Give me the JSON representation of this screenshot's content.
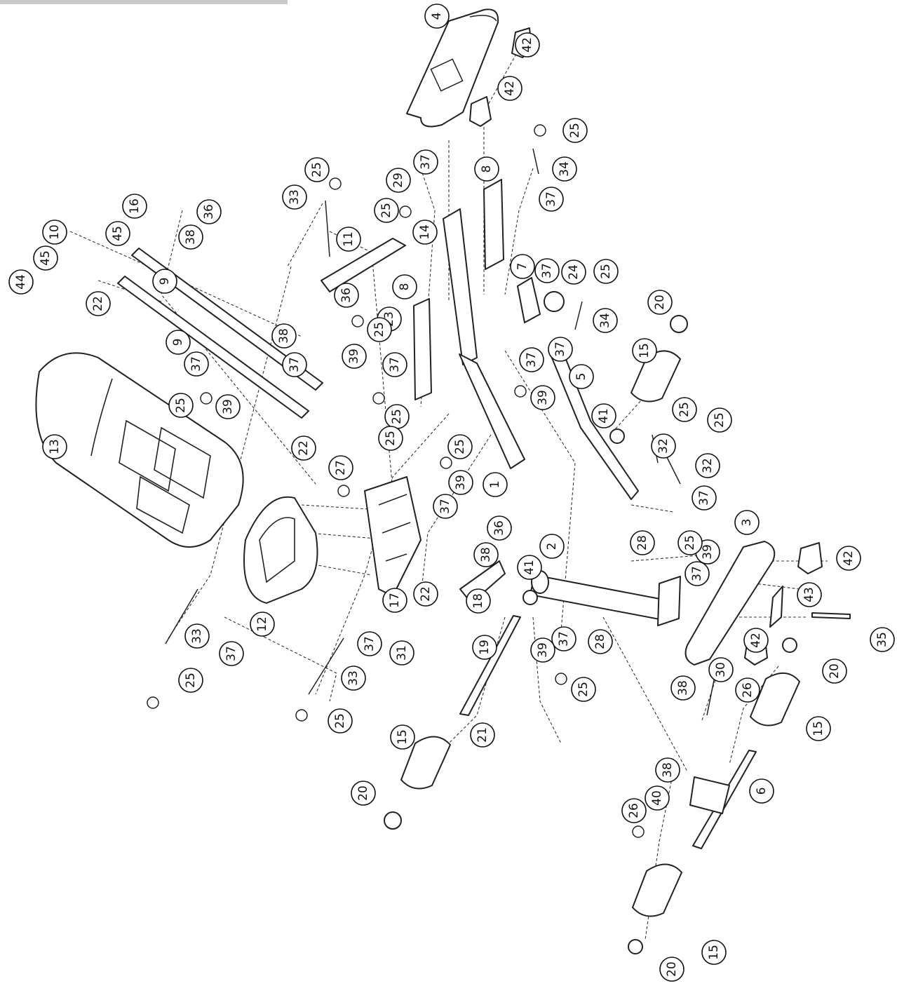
{
  "colors": {
    "line": "#222222",
    "background": "#ffffff",
    "top_bar": "#c8c8c8"
  },
  "callouts": [
    "4",
    "42",
    "42",
    "25",
    "37",
    "8",
    "29",
    "25",
    "34",
    "37",
    "33",
    "25",
    "16",
    "36",
    "38",
    "45",
    "10",
    "45",
    "44",
    "22",
    "9",
    "9",
    "11",
    "14",
    "8",
    "23",
    "7",
    "37",
    "24",
    "25",
    "34",
    "20",
    "37",
    "38",
    "36",
    "25",
    "39",
    "37",
    "37",
    "37",
    "25",
    "39",
    "5",
    "15",
    "25",
    "25",
    "32",
    "32",
    "41",
    "13",
    "25",
    "39",
    "37",
    "22",
    "25",
    "27",
    "25",
    "39",
    "37",
    "1",
    "37",
    "36",
    "38",
    "17",
    "22",
    "12",
    "18",
    "2",
    "41",
    "3",
    "42",
    "43",
    "35",
    "28",
    "39",
    "37",
    "25",
    "37",
    "37",
    "33",
    "25",
    "33",
    "37",
    "31",
    "19",
    "21",
    "39",
    "28",
    "25",
    "25",
    "15",
    "20",
    "42",
    "30",
    "26",
    "38",
    "20",
    "15",
    "6",
    "38",
    "40",
    "26",
    "15",
    "20"
  ]
}
